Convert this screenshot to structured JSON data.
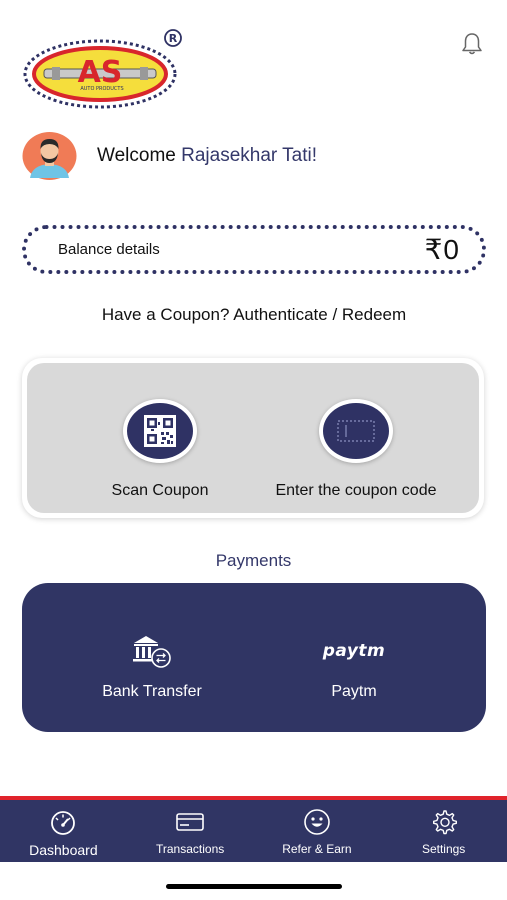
{
  "header": {
    "logo_text": "AS",
    "logo_sub": "AUTO PRODUCTS",
    "registered_mark": "R",
    "icons": {
      "logo": "brand-logo",
      "notifications": "bell-icon"
    }
  },
  "welcome": {
    "greeting": "Welcome ",
    "user_name": "Rajasekhar Tati!",
    "icon": "user-avatar"
  },
  "balance": {
    "label": "Balance details",
    "amount": "₹0"
  },
  "coupon": {
    "heading": "Have a Coupon? Authenticate / Redeem",
    "scan_label": "Scan Coupon",
    "enter_label": "Enter the coupon code",
    "icons": {
      "scan": "qr-code-icon",
      "enter": "coupon-code-icon"
    }
  },
  "payments": {
    "heading": "Payments",
    "bank_label": "Bank Transfer",
    "paytm_logo": "paytm",
    "paytm_label": "Paytm",
    "icons": {
      "bank": "bank-transfer-icon",
      "paytm": "paytm-logo"
    }
  },
  "tabbar": {
    "tabs": [
      {
        "label": "Dashboard",
        "icon": "speedometer-icon",
        "active": true
      },
      {
        "label": "Transactions",
        "icon": "card-icon",
        "active": false
      },
      {
        "label": "Refer & Earn",
        "icon": "smiley-icon",
        "active": false
      },
      {
        "label": "Settings",
        "icon": "gear-icon",
        "active": false
      }
    ]
  },
  "colors": {
    "primary": "#303564",
    "accent_red": "#e0232b",
    "logo_yellow": "#f5de3c",
    "card_gray": "#d9d9d9"
  }
}
